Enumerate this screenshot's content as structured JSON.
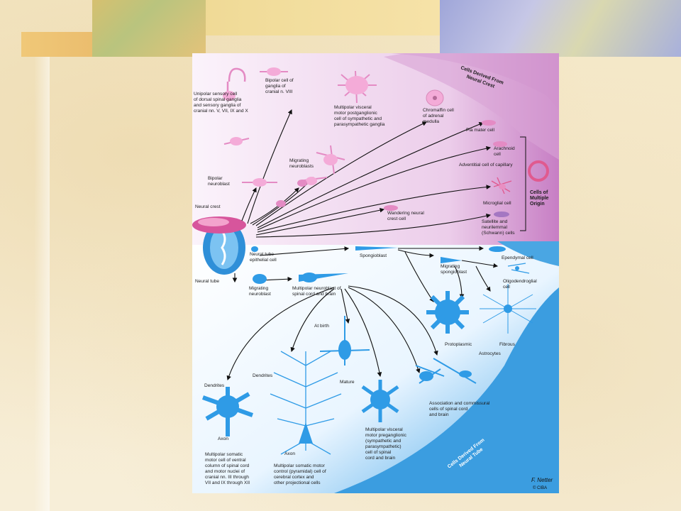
{
  "labels": {
    "crest_title": "Cells Derived From Neural Crest",
    "tube_title": "Cells Derived From Neural Tube",
    "multiple_origin": "Cells of Multiple Origin",
    "unipolar": [
      "Unipolar sensory cell",
      "of dorsal spinal ganglia",
      "and sensory ganglia of",
      "cranial nn. V, VII, IX and X"
    ],
    "bipolar_viii": [
      "Bipolar cell of",
      "ganglia of",
      "cranial n. VIII"
    ],
    "multipolar_visceral_post": [
      "Multipolar visceral",
      "motor postganglionic",
      "cell of sympathetic and",
      "parasympathetic ganglia"
    ],
    "chromaffin": [
      "Chromaffin cell",
      "of adrenal",
      "medulla"
    ],
    "pia": "Pia mater cell",
    "arachnoid": [
      "Arachnoid",
      "cell"
    ],
    "adventitial": "Adventitial cell of capillary",
    "microglial": "Microglial cell",
    "satellite": [
      "Satellite and",
      "neurilemmal",
      "(Schwann) cells"
    ],
    "wandering": [
      "Wandering neural",
      "crest cell"
    ],
    "migrating_neuroblasts": [
      "Migrating",
      "neuroblasts"
    ],
    "bipolar_neuroblast": [
      "Bipolar",
      "neuroblast"
    ],
    "neural_crest": "Neural crest",
    "neural_tube": "Neural tube",
    "tube_epithelial": [
      "Neural tube",
      "epithelial cell"
    ],
    "spongioblast": "Spongioblast",
    "ependymal": "Ependymal cell",
    "migrating_spongioblast": [
      "Migrating",
      "spongioblast"
    ],
    "oligodendroglial": [
      "Oligodendroglial",
      "cell"
    ],
    "migrating_neuroblast": [
      "Migrating",
      "neuroblast"
    ],
    "multipolar_neuroblast": [
      "Multipolar neuroblast of",
      "spinal cord and brain"
    ],
    "at_birth": "At birth",
    "mature": "Mature",
    "protoplasmic": "Protoplasmic",
    "fibrous": "Fibrous",
    "astrocytes": "Astrocytes",
    "dendrites_1": "Dendrites",
    "dendrites_2": "Dendrites",
    "axon_1": "Axon",
    "axon_2": "Axon",
    "association": [
      "Association and commissural",
      "cells of spinal cord",
      "and brain"
    ],
    "somatic_motor": [
      "Multipolar somatic",
      "motor cell of ventral",
      "column of spinal cord",
      "and motor nuclei of",
      "cranial nn. III through",
      "VII and IX through XII"
    ],
    "pyramidal": [
      "Multipolar somatic motor",
      "control (pyramidal) cell of",
      "cerebral cortex and",
      "other projectional cells"
    ],
    "visceral_pre": [
      "Multipolar visceral",
      "motor preganglionic",
      "(sympathetic and",
      "parasympathetic)",
      "cell of spinal",
      "cord and brain"
    ],
    "signature": "F. Netter",
    "copyright": "© CIBA"
  },
  "colors": {
    "crest": "#c77ec4",
    "crest_light": "#f1e3f2",
    "tube": "#3aa1e2",
    "tube_light": "#dcefff",
    "cell_pink": "#f2a6d6",
    "cell_blue": "#2f9be6",
    "slide_bg": "#f6ecd2"
  }
}
